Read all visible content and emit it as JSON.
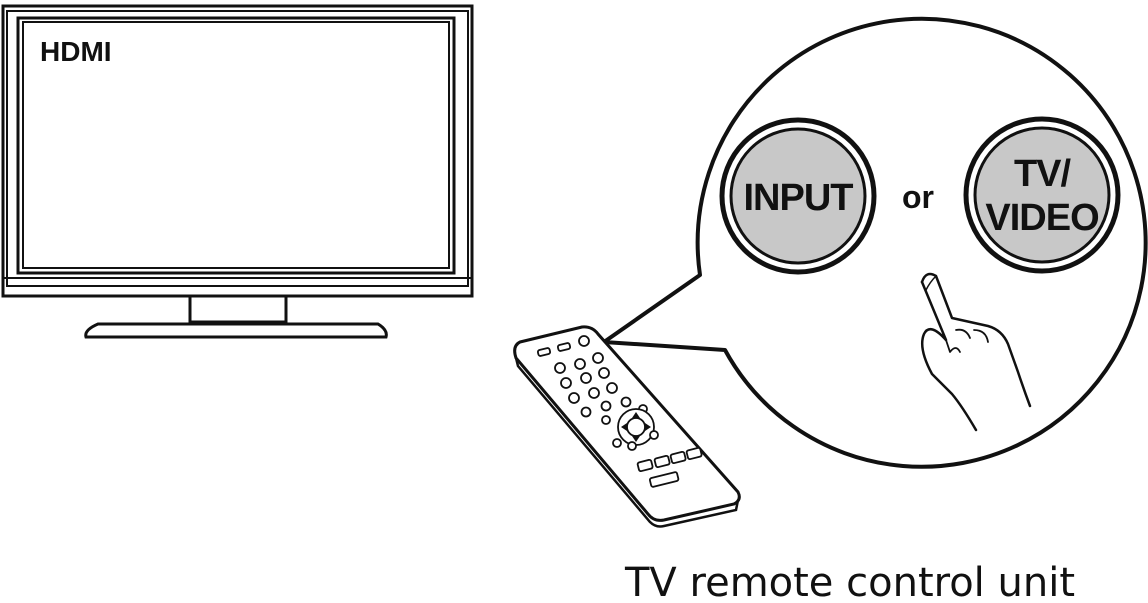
{
  "tv": {
    "screen_label": "HDMI"
  },
  "callout": {
    "button_input_label": "INPUT",
    "connector_label": "or",
    "button_tvvideo_line1": "TV/",
    "button_tvvideo_line2": "VIDEO"
  },
  "caption": "TV remote control unit",
  "colors": {
    "line": "#111111",
    "button_fill": "#c8c8c8",
    "background": "#ffffff"
  }
}
